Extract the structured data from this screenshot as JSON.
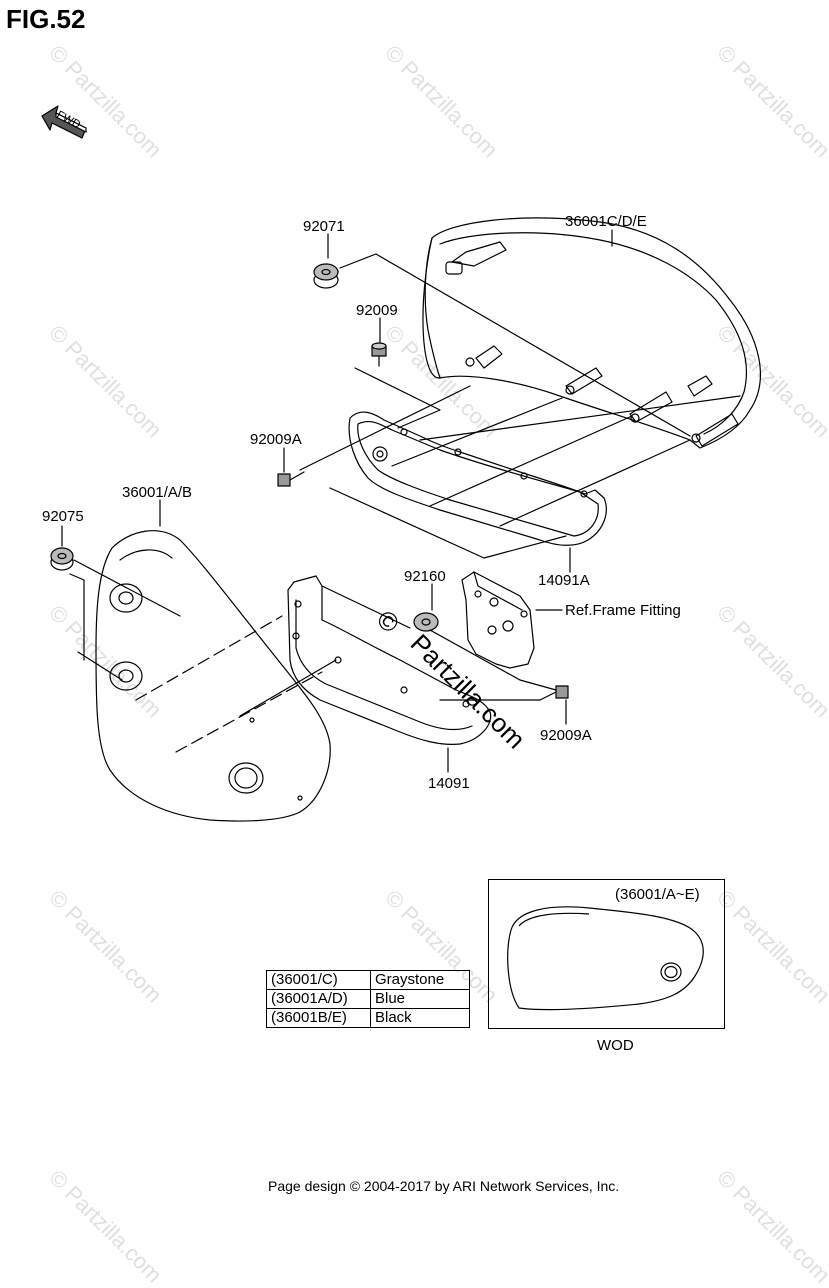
{
  "figure": {
    "title": "FIG.52"
  },
  "fwd_label": "FWD",
  "watermarks": {
    "text": "© Partzilla.com",
    "center_copyright": "©",
    "center_text": "Partzilla.com"
  },
  "callouts": {
    "p92071": "92071",
    "p36001cde": "36001C/D/E",
    "p92009": "92009",
    "p92009a_top": "92009A",
    "p14091a": "14091A",
    "p92075": "92075",
    "p36001ab": "36001/A/B",
    "p92160": "92160",
    "ref_frame": "Ref.Frame Fitting",
    "p92009a_bottom": "92009A",
    "p14091": "14091"
  },
  "color_table": {
    "rows": [
      {
        "code": "(36001/C)",
        "color": "Graystone"
      },
      {
        "code": "(36001A/D)",
        "color": "Blue"
      },
      {
        "code": "(36001B/E)",
        "color": "Black"
      }
    ]
  },
  "wod": {
    "heading": "(36001/A~E)",
    "caption": "WOD"
  },
  "footer": "Page design © 2004-2017 by ARI Network Services, Inc."
}
